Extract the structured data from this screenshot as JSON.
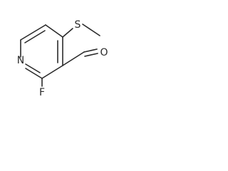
{
  "molecule": {
    "atoms": {
      "nitrogen": "N",
      "fluorine": "F",
      "oxygen": "O",
      "sulfur": "S"
    },
    "colors": {
      "bond": "#2a2a2a",
      "label": "#2a2a2a",
      "background": "#ffffff"
    }
  }
}
